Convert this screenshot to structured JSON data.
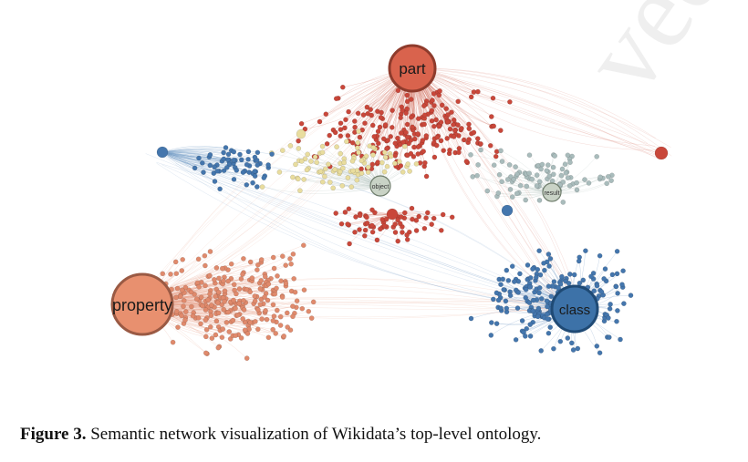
{
  "hubs": [
    {
      "id": "part",
      "label": "part",
      "color": "#d9634d",
      "stroke": "#8e3b2c"
    },
    {
      "id": "property",
      "label": "property",
      "color": "#e8906f",
      "stroke": "#9a5a44"
    },
    {
      "id": "class",
      "label": "class",
      "color": "#3d72a8",
      "stroke": "#1f4a75"
    },
    {
      "id": "object",
      "label": "object",
      "color": "#c9d3c6",
      "stroke": "#6f7d6c"
    },
    {
      "id": "result",
      "label": "result",
      "color": "#c9d3c6",
      "stroke": "#6f7d6c"
    }
  ],
  "colors": {
    "red": "#c9473a",
    "salmon": "#e08a6c",
    "blue": "#4476ad",
    "grey": "#a9bcbc",
    "yellow": "#e9dd9e",
    "edge_red": "#d2705f",
    "edge_salmon": "#e9a38b",
    "edge_blue": "#6e97c2",
    "edge_grey": "#b9c9c2"
  },
  "watermark": "ved",
  "caption": {
    "lead": "Figure 3.",
    "text": " Semantic network visualization of Wikidata’s top-level ontology."
  }
}
